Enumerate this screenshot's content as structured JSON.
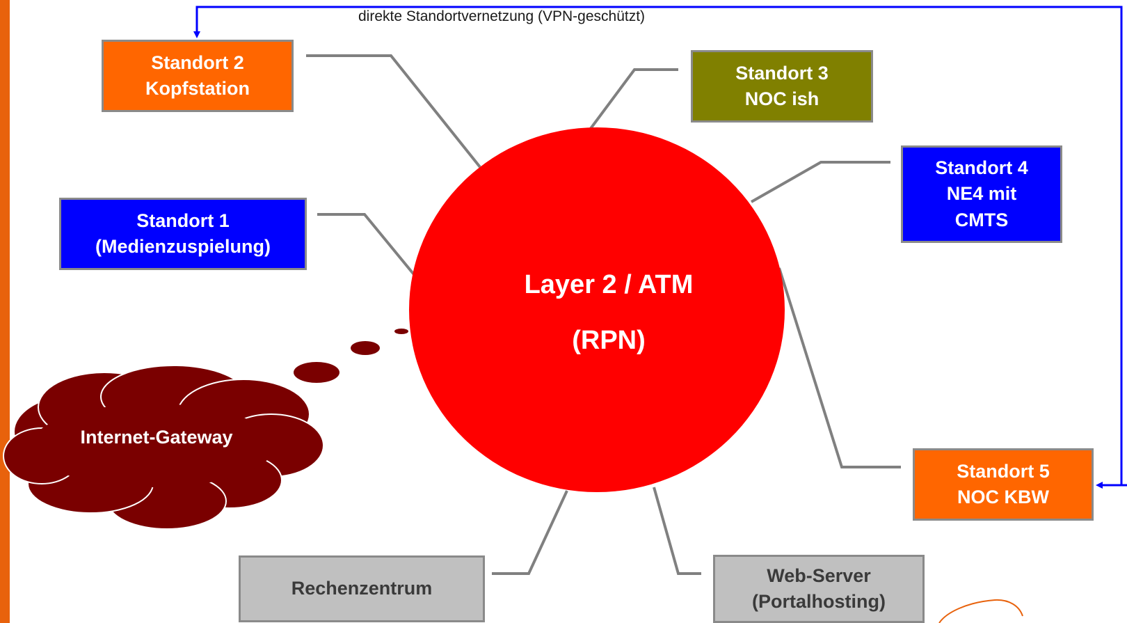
{
  "vpn_link": {
    "label": "direkte Standortvernetzung (VPN-geschützt)"
  },
  "core": {
    "title": "Layer 2 / ATM",
    "subtitle": "(RPN)"
  },
  "gateway": {
    "label": "Internet-Gateway"
  },
  "nodes": {
    "standort2": "Standort 2\nKopfstation",
    "standort3": "Standort 3\nNOC ish",
    "standort4": "Standort 4\nNE4 mit\nCMTS",
    "standort1": "Standort 1\n(Medienzuspielung)",
    "standort5": "Standort 5\nNOC KBW",
    "rechenzentrum": "Rechenzentrum",
    "webserver": "Web-Server\n(Portalhosting)"
  },
  "colors": {
    "core": "#ff0000",
    "gateway": "#7a0000",
    "orange": "#ff6600",
    "olive": "#808000",
    "blue": "#0000ff",
    "gray": "#c0c0c0",
    "connector": "#808080",
    "vpn_line": "#0000ff"
  }
}
